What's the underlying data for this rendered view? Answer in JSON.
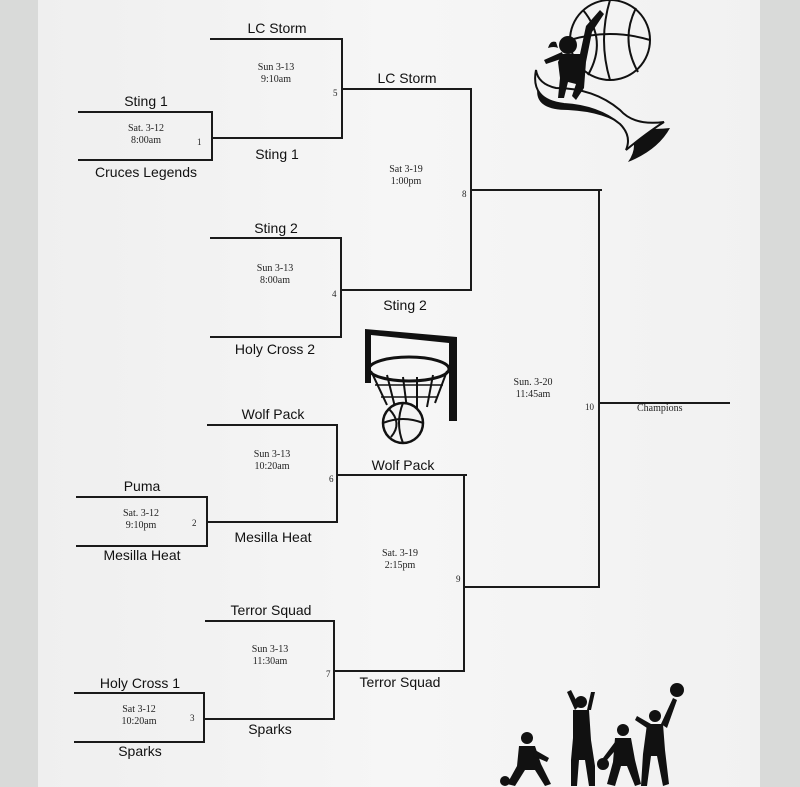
{
  "bracket": {
    "g1": {
      "top": "Sting 1",
      "bottom": "Cruces Legends",
      "date": "Sat. 3-12",
      "time": "8:00am",
      "num": "1"
    },
    "g2": {
      "top": "Puma",
      "bottom": "Mesilla Heat",
      "date": "Sat. 3-12",
      "time": "9:10pm",
      "num": "2"
    },
    "g3": {
      "top": "Holy Cross 1",
      "bottom": "Sparks",
      "date": "Sat 3-12",
      "time": "10:20am",
      "num": "3"
    },
    "g4": {
      "top": "Sting 2",
      "bottom": "Holy Cross 2",
      "date": "Sun 3-13",
      "time": "8:00am",
      "num": "4"
    },
    "g5": {
      "top": "LC Storm",
      "bottom": "Sting 1",
      "date": "Sun 3-13",
      "time": "9:10am",
      "num": "5"
    },
    "g6": {
      "top": "Wolf Pack",
      "bottom": "Mesilla Heat",
      "date": "Sun 3-13",
      "time": "10:20am",
      "num": "6"
    },
    "g7": {
      "top": "Terror Squad",
      "bottom": "Sparks",
      "date": "Sun 3-13",
      "time": "11:30am",
      "num": "7"
    },
    "g8": {
      "top": "LC Storm",
      "bottom": "Sting 2",
      "date": "Sat 3-19",
      "time": "1:00pm",
      "num": "8"
    },
    "g9": {
      "top": "Wolf Pack",
      "bottom": "Terror Squad",
      "date": "Sat. 3-19",
      "time": "2:15pm",
      "num": "9"
    },
    "g10": {
      "date": "Sun. 3-20",
      "time": "11:45am",
      "num": "10"
    },
    "champion_label": "Champions"
  },
  "decorations": {
    "top_right": "basketball-player-icon",
    "middle": "basketball-hoop-icon",
    "bottom_right": "basketball-players-silhouettes"
  },
  "colors": {
    "ink": "#1a1a1a",
    "paper": "#f3f3f3",
    "frame": "#d9dad9"
  }
}
